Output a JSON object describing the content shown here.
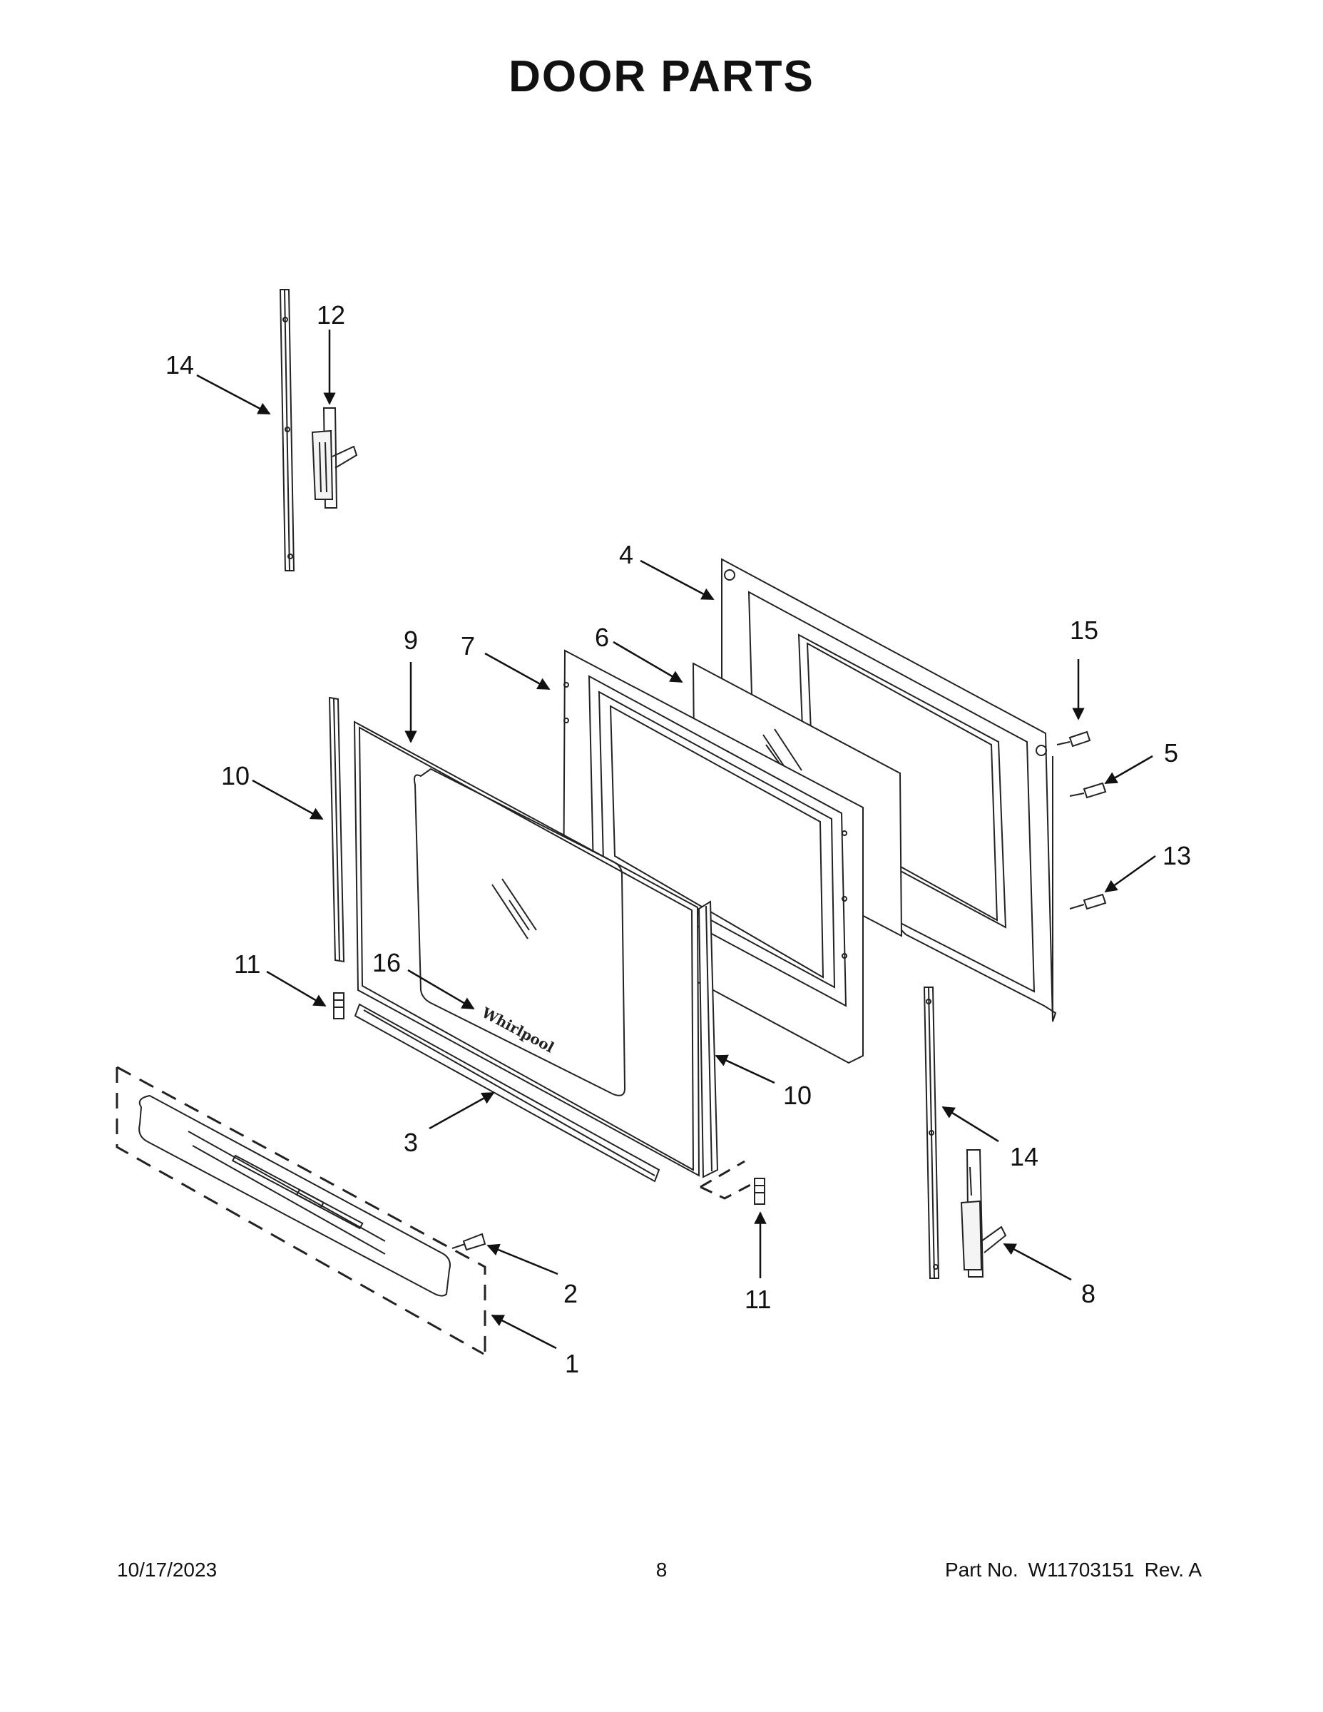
{
  "title": "DOOR PARTS",
  "callouts": {
    "c1": "1",
    "c2": "2",
    "c3": "3",
    "c4": "4",
    "c5": "5",
    "c6": "6",
    "c7": "7",
    "c8": "8",
    "c9": "9",
    "c10a": "10",
    "c10b": "10",
    "c11a": "11",
    "c11b": "11",
    "c12": "12",
    "c13": "13",
    "c14a": "14",
    "c14b": "14",
    "c15": "15",
    "c16": "16"
  },
  "brand_mark": "Whirlpool",
  "footer": {
    "date": "10/17/2023",
    "page": "8",
    "part_label": "Part No.",
    "part_number": "W11703151",
    "rev": "Rev. A"
  }
}
